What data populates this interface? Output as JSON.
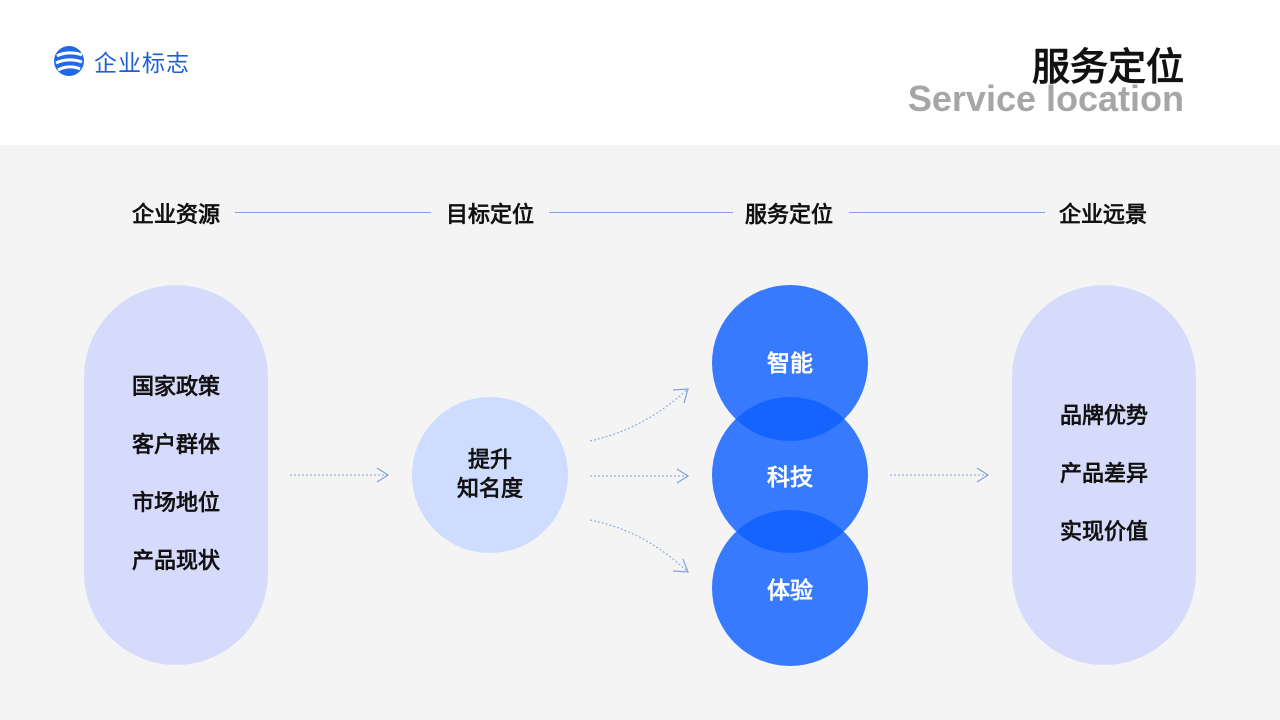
{
  "header": {
    "logo_text": "企业标志",
    "title_zh": "服务定位",
    "title_en": "Service location"
  },
  "stages": [
    "企业资源",
    "目标定位",
    "服务定位",
    "企业远景"
  ],
  "resources": [
    "国家政策",
    "客户群体",
    "市场地位",
    "产品现状"
  ],
  "goal": {
    "line1": "提升",
    "line2": "知名度"
  },
  "services": [
    "智能",
    "科技",
    "体验"
  ],
  "vision": [
    "品牌优势",
    "产品差异",
    "实现价值"
  ],
  "colors": {
    "accent": "#1f5fd6",
    "bubble": "#0e5fff",
    "pill": "#d6dbfc",
    "goal_circle": "#cddcff",
    "connector": "#7ea2e4"
  }
}
